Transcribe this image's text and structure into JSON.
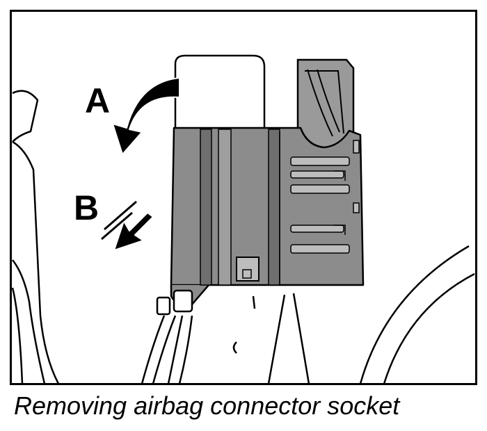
{
  "illustration": {
    "label_a": "A",
    "label_b": "B",
    "colors": {
      "line": "#000000",
      "background": "#ffffff",
      "socket_fill": "#8c8c8c",
      "socket_dark": "#5c5c5c",
      "socket_light": "#bdbdbd",
      "latch_fill": "#9a9a9a"
    },
    "icons": [
      "curved-arrow-a-icon",
      "straight-arrow-b-icon"
    ]
  },
  "caption": "Removing airbag connector socket"
}
